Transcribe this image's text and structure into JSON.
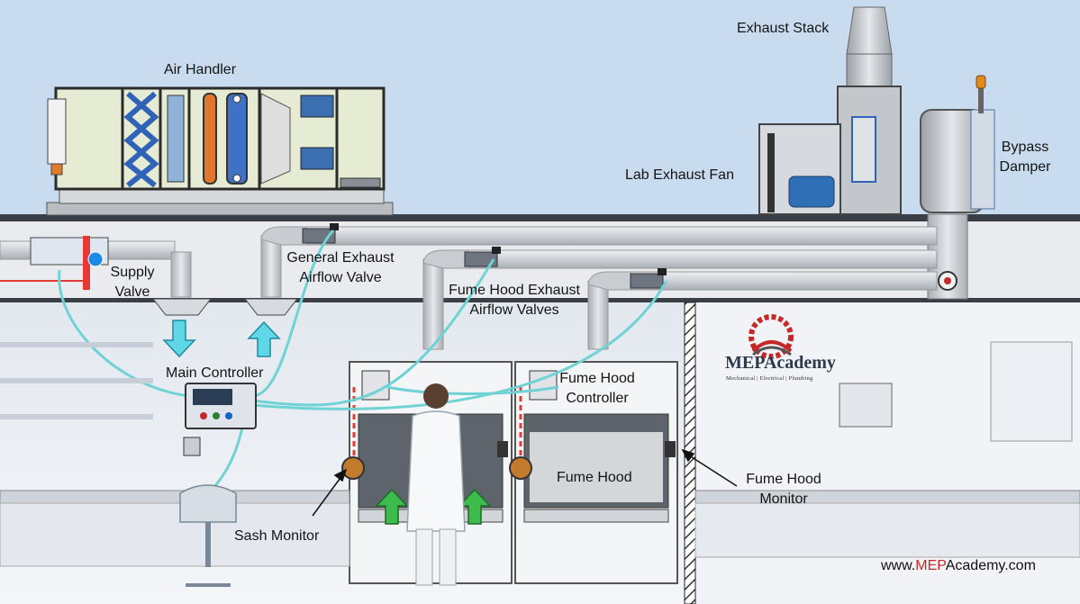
{
  "labels": {
    "air_handler": "Air Handler",
    "exhaust_stack": "Exhaust Stack",
    "lab_exhaust_fan": "Lab Exhaust Fan",
    "bypass_damper_line1": "Bypass",
    "bypass_damper_line2": "Damper",
    "supply_valve_line1": "Supply",
    "supply_valve_line2": "Valve",
    "general_exhaust_line1": "General Exhaust",
    "general_exhaust_line2": "Airflow Valve",
    "fume_hood_exhaust_line1": "Fume Hood Exhaust",
    "fume_hood_exhaust_line2": "Airflow Valves",
    "main_controller": "Main Controller",
    "fume_hood_controller_line1": "Fume Hood",
    "fume_hood_controller_line2": "Controller",
    "fume_hood": "Fume Hood",
    "fume_hood_monitor_line1": "Fume Hood",
    "fume_hood_monitor_line2": "Monitor",
    "sash_monitor": "Sash Monitor"
  },
  "logo": {
    "title": "MEPAcademy",
    "subtitle": "Mechanical | Electrical | Plumbing"
  },
  "website": {
    "prefix": "www.",
    "brand": "MEP",
    "suffix": "Academy.com"
  },
  "colors": {
    "sky": "#c9dcef",
    "duct": "#cfd3d8",
    "control_wire": "#6fd3d6",
    "supply_arrow": "#5fd7e6",
    "sash_arrow": "#3dbb4d",
    "brand_red": "#c62828"
  }
}
